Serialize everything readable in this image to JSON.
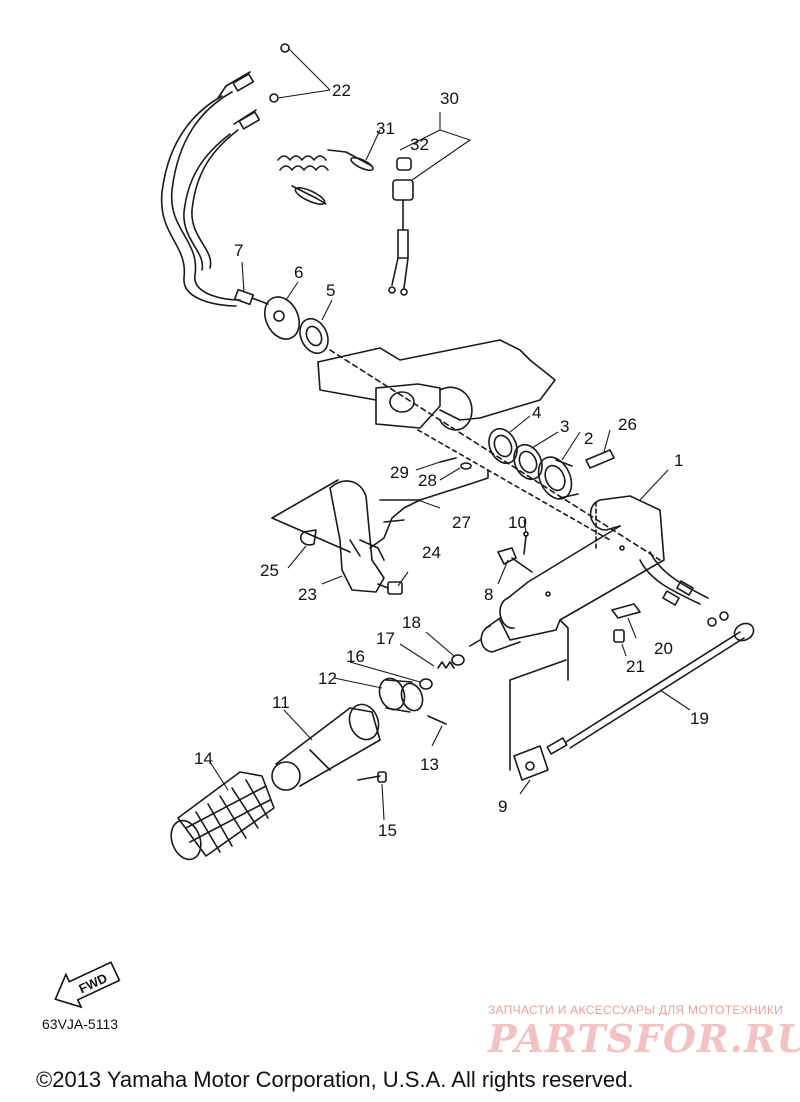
{
  "callouts": [
    {
      "id": "c1",
      "text": "1"
    },
    {
      "id": "c2",
      "text": "2"
    },
    {
      "id": "c3",
      "text": "3"
    },
    {
      "id": "c4",
      "text": "4"
    },
    {
      "id": "c5",
      "text": "5"
    },
    {
      "id": "c6",
      "text": "6"
    },
    {
      "id": "c7",
      "text": "7"
    },
    {
      "id": "c8",
      "text": "8"
    },
    {
      "id": "c9",
      "text": "9"
    },
    {
      "id": "c10",
      "text": "10"
    },
    {
      "id": "c11",
      "text": "11"
    },
    {
      "id": "c12",
      "text": "12"
    },
    {
      "id": "c13",
      "text": "13"
    },
    {
      "id": "c14",
      "text": "14"
    },
    {
      "id": "c15",
      "text": "15"
    },
    {
      "id": "c16",
      "text": "16"
    },
    {
      "id": "c17",
      "text": "17"
    },
    {
      "id": "c18",
      "text": "18"
    },
    {
      "id": "c19",
      "text": "19"
    },
    {
      "id": "c20",
      "text": "20"
    },
    {
      "id": "c21",
      "text": "21"
    },
    {
      "id": "c22",
      "text": "22"
    },
    {
      "id": "c23",
      "text": "23"
    },
    {
      "id": "c24",
      "text": "24"
    },
    {
      "id": "c25",
      "text": "25"
    },
    {
      "id": "c26",
      "text": "26"
    },
    {
      "id": "c27",
      "text": "27"
    },
    {
      "id": "c28",
      "text": "28"
    },
    {
      "id": "c29",
      "text": "29"
    },
    {
      "id": "c30",
      "text": "30"
    },
    {
      "id": "c31",
      "text": "31"
    },
    {
      "id": "c32",
      "text": "32"
    }
  ],
  "fwd_label": "FWD",
  "diagram_code": "63VJA-5113",
  "copyright": "©2013 Yamaha Motor Corporation, U.S.A. All rights reserved.",
  "watermark": {
    "tagline": "ЗАПЧАСТИ И АКСЕССУАРЫ ДЛЯ МОТОТЕХНИКИ",
    "brand": "PARTSFOR.RU"
  }
}
